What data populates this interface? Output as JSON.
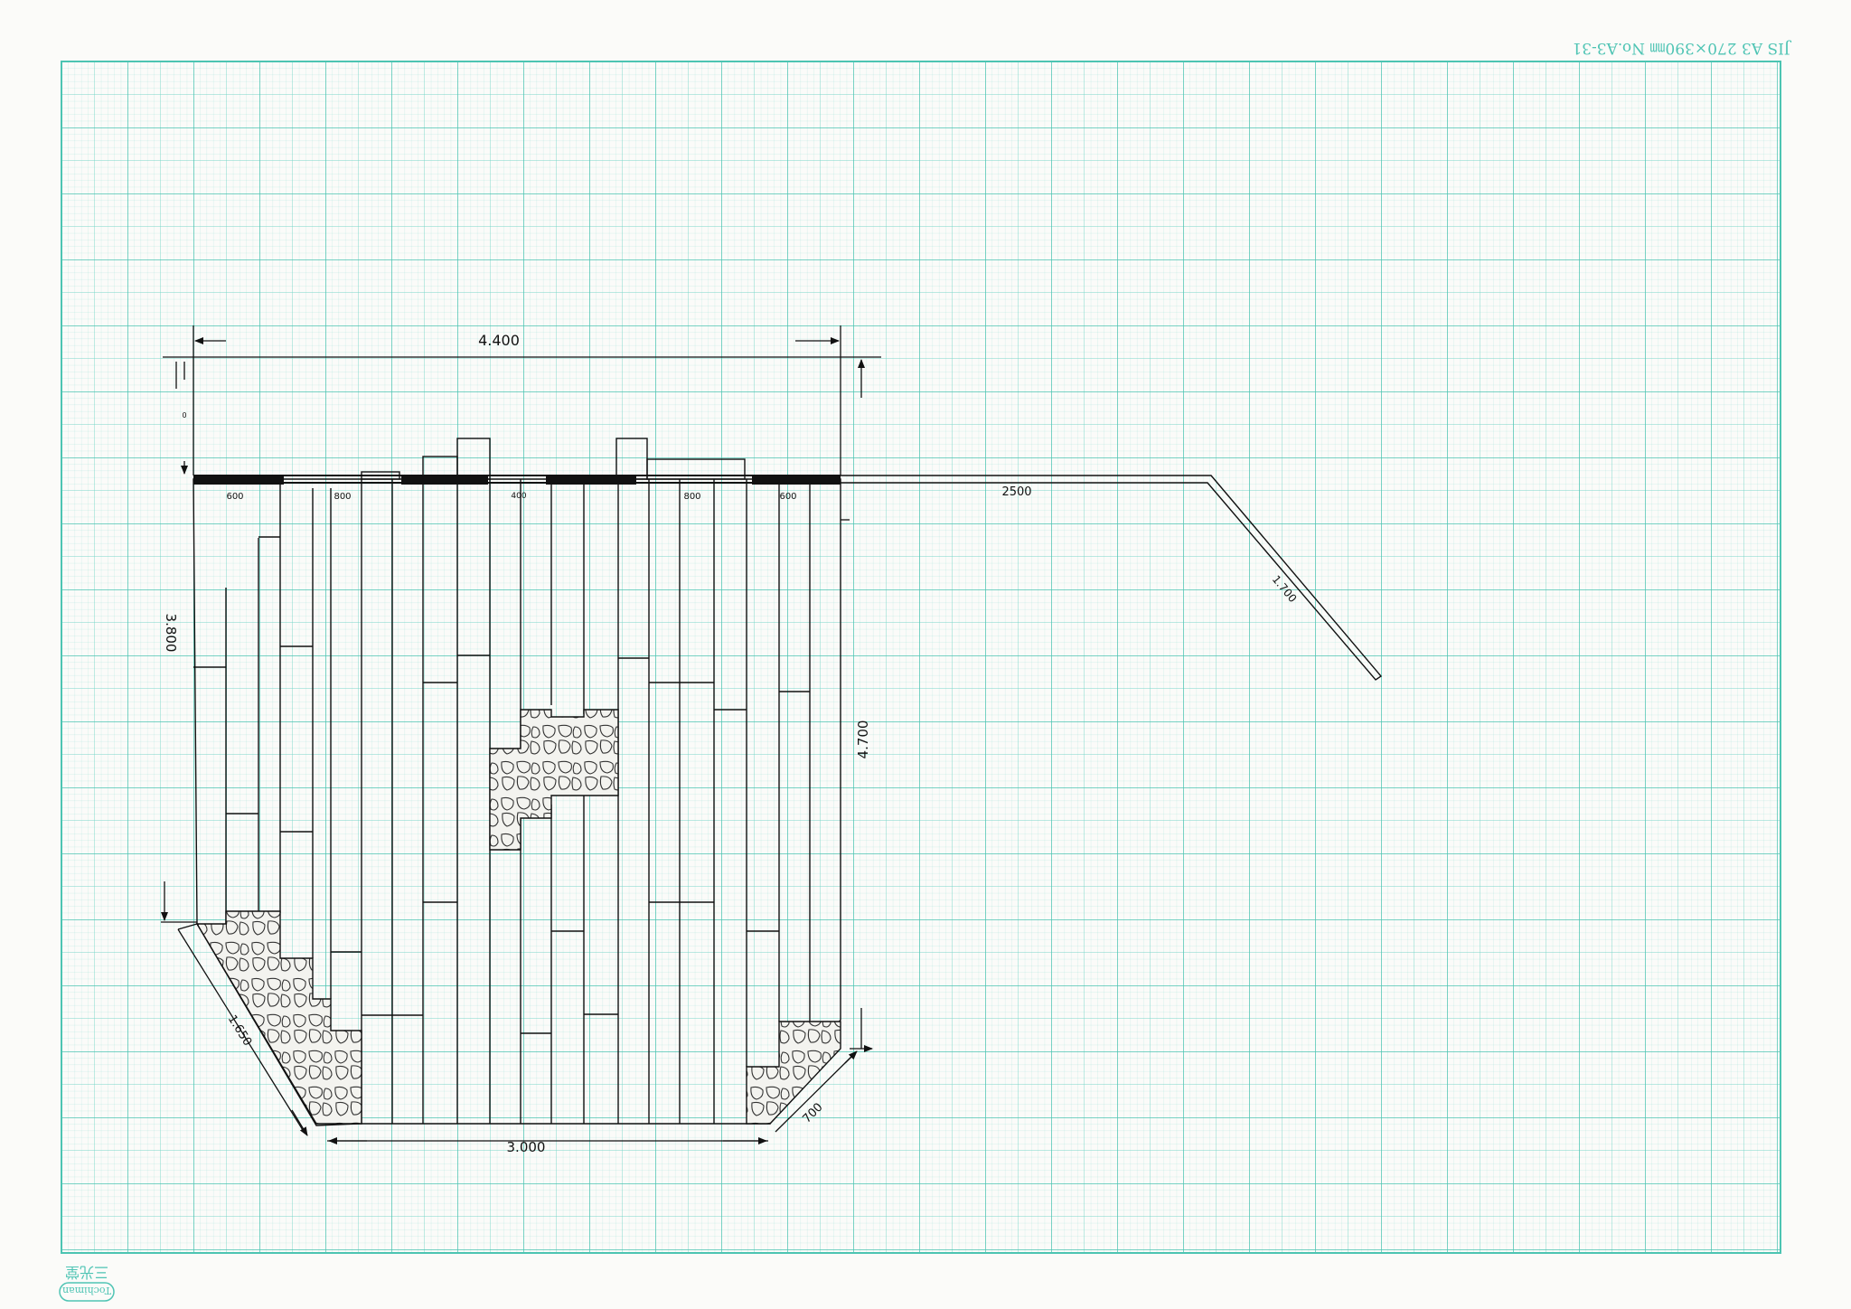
{
  "paper": {
    "spec_text": "JIS A3 270×390㎜ No.A3-31",
    "brand_text": "Tochiman",
    "maker_text": "三光堂",
    "grid_color": "#62d0c0",
    "ink_color": "#111111",
    "stone_fill": "#f3f3ef"
  },
  "dimensions": {
    "top_width": "4.400",
    "bottom_width": "3.000",
    "left_height": "3.800",
    "right_height": "4.700",
    "left_diagonal": "1.650",
    "right_diagonal": "700",
    "ext_straight": "2500",
    "ext_diagonal": "1.700",
    "top_offset": "0",
    "segment_labels": [
      "600",
      "800",
      "400",
      "800",
      "600"
    ]
  }
}
